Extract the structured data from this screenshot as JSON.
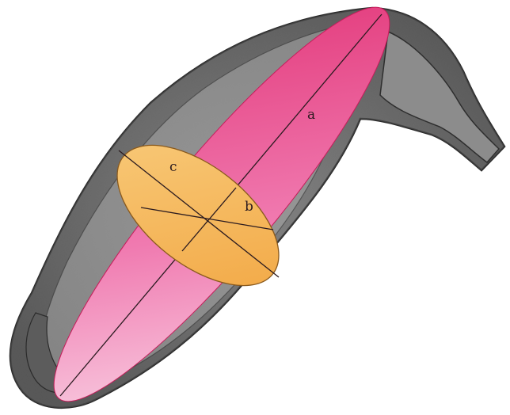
{
  "labels": {
    "long_axis": "a",
    "cross_axis_b": "b",
    "cross_axis_c": "c"
  },
  "colors": {
    "background": "#ffffff",
    "outline_tissue": "#6f6f6f",
    "tissue_shadow": "#3f3f3f",
    "ellipsoid_tip_light": "#fbe6f0",
    "ellipsoid_mid": "#f07ab0",
    "ellipsoid_dark": "#e02b6f",
    "cross_section_fill": "#f3b14e",
    "cross_section_light": "#f8c978",
    "axis_line": "#2a1a1f"
  }
}
